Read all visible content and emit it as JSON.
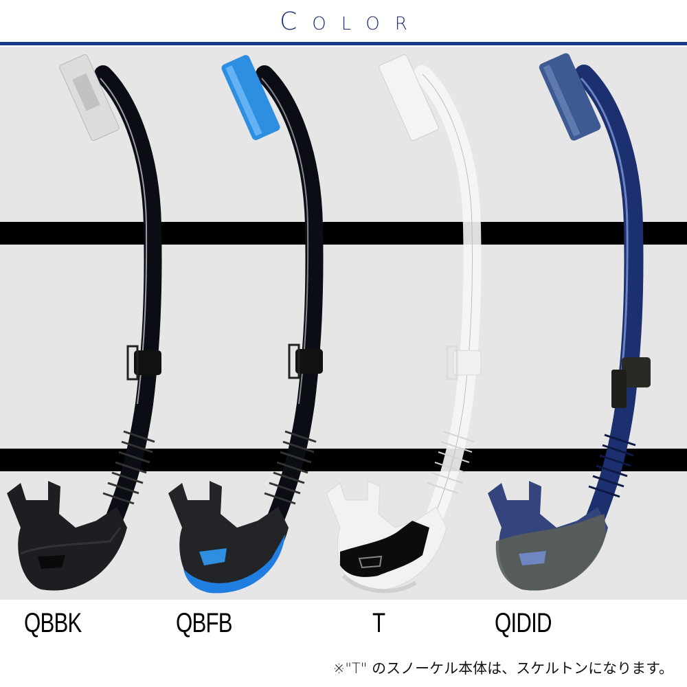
{
  "header": {
    "title_first": "C",
    "title_rest": "OLOR",
    "rule_color": "#1c3a8c",
    "title_color": "#1f2f7a"
  },
  "panel": {
    "background": "#e6e6e6",
    "band_color": "#000000"
  },
  "products": [
    {
      "code": "QBBK",
      "purge_color": "#dcdcdc",
      "tube_color": "#0b0d14",
      "mouthpiece_color": "#1d1e22",
      "accent_color": "#2a2b30",
      "icon": "snorkel-black-icon"
    },
    {
      "code": "QBFB",
      "purge_color": "#2e8fe0",
      "tube_color": "#0b0d14",
      "mouthpiece_color": "#232428",
      "accent_color": "#1f7ee0",
      "icon": "snorkel-blue-accent-icon"
    },
    {
      "code": "T",
      "purge_color": "#f4f4f4",
      "tube_color": "#f6f6f6",
      "mouthpiece_color": "#f2f2f2",
      "accent_color": "#0c0c0c",
      "icon": "snorkel-clear-icon"
    },
    {
      "code": "QIDID",
      "purge_color": "#3e5a92",
      "tube_color": "#1c2f6e",
      "mouthpiece_color": "#34447c",
      "accent_color": "#5a5e58",
      "icon": "snorkel-navy-icon"
    }
  ],
  "footnote": "※\"T\" のスノーケル本体は、スケルトンになります。"
}
